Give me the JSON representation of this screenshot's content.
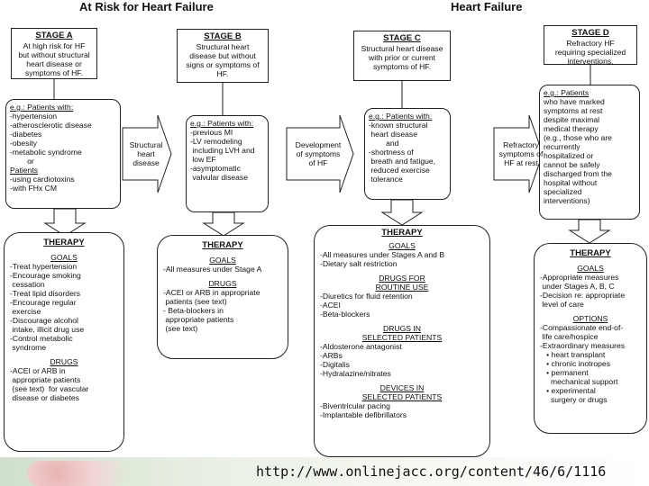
{
  "header": {
    "left": "At Risk for Heart Failure",
    "right": "Heart Failure"
  },
  "stages": {
    "a": {
      "title": "STAGE A",
      "lines": [
        "At high risk for HF",
        "but without structural",
        "heart disease or",
        "symptoms of HF."
      ]
    },
    "b": {
      "title": "STAGE B",
      "lines": [
        "Structural heart",
        "disease but without",
        "signs or symptoms of",
        "HF."
      ]
    },
    "c": {
      "title": "STAGE C",
      "lines": [
        "Structural heart disease",
        "with prior or current",
        "symptoms of HF."
      ]
    },
    "d": {
      "title": "STAGE D",
      "lines": [
        "Refractory HF",
        "requiring specialized",
        "interventions."
      ]
    }
  },
  "patients": {
    "a": {
      "heading": "e.g.: Patients with:",
      "lines": [
        "-hypertension",
        "-atherosclerotic disease",
        "-diabetes",
        "-obesity",
        "-metabolic syndrome",
        "        or"
      ],
      "sub": "Patients",
      "lines2": [
        "-using cardiotoxins",
        "-with FHx CM"
      ]
    },
    "b": {
      "heading": "e.g.: Patients with:",
      "lines": [
        "-previous MI",
        "-LV remodeling",
        " including LVH and",
        " low EF",
        "-asymptomatic",
        " valvular disease"
      ]
    },
    "c": {
      "heading": "e.g.: Patients with:",
      "lines": [
        "-known structural",
        " heart disease",
        "        and",
        "-shortness of",
        " breath and fatigue,",
        " reduced exercise",
        " tolerance"
      ]
    },
    "d": {
      "heading": "e.g.: Patients",
      "lines": [
        "who have marked",
        "symptoms at rest",
        "despite maximal",
        "medical therapy",
        "(e.g., those who are",
        "recurrently",
        "hospitalized or",
        "cannot be safely",
        "discharged from the",
        "hospital without",
        "specialized",
        "interventions)"
      ]
    }
  },
  "transitions": {
    "ab": [
      "Structural",
      "heart",
      "disease"
    ],
    "bc": [
      "Development",
      "of symptoms",
      "of HF"
    ],
    "cd": [
      "Refractory",
      "symptoms of",
      "HF at rest"
    ]
  },
  "therapy": {
    "a": {
      "title": "THERAPY",
      "goals_heading": "GOALS",
      "goals": [
        "-Treat hypertension",
        "-Encourage smoking",
        " cessation",
        "-Treat lipid disorders",
        "-Encourage regular",
        " exercise",
        "-Discourage alcohol",
        " intake, illicit drug use",
        "-Control metabolic",
        " syndrome"
      ],
      "drugs_heading": "DRUGS",
      "drugs": [
        "-ACEI or ARB in",
        " appropriate patients",
        " (see text)  for vascular",
        " disease or diabetes"
      ]
    },
    "b": {
      "title": "THERAPY",
      "goals_heading": "GOALS",
      "goals": [
        "-All measures under Stage A"
      ],
      "drugs_heading": "DRUGS",
      "drugs": [
        "-ACEI or ARB in appropriate",
        " patients (see text)",
        "- Beta-blockers in",
        " appropriate patients",
        " (see text)"
      ]
    },
    "c": {
      "title": "THERAPY",
      "goals_heading": "GOALS",
      "goals": [
        "-All measures under Stages A and B",
        "-Dietary salt restriction"
      ],
      "routine_heading": [
        "DRUGS FOR",
        "ROUTINE USE"
      ],
      "routine": [
        "-Diuretics for fluid retention",
        "-ACEI",
        "-Beta-blockers"
      ],
      "selected_heading": [
        "DRUGS IN",
        "SELECTED PATIENTS"
      ],
      "selected": [
        "-Aldosterone antagonist",
        "-ARBs",
        "-Digitalis",
        "-Hydralazine/nitrates"
      ],
      "devices_heading": [
        "DEVICES IN",
        "SELECTED PATIENTS"
      ],
      "devices": [
        "-Biventricular pacing",
        "-Implantable defibrillators"
      ]
    },
    "d": {
      "title": "THERAPY",
      "goals_heading": "GOALS",
      "goals": [
        "-Appropriate measures",
        " under Stages A, B, C",
        "-Decision re: appropriate",
        " level of care"
      ],
      "options_heading": "OPTIONS",
      "options": [
        "-Compassionate end-of-",
        " life care/hospice",
        "-Extraordinary measures",
        "   • heart transplant",
        "   • chronic inotropes",
        "   • permanent",
        "     mechanical support",
        "   • experimental",
        "     surgery or drugs"
      ]
    }
  },
  "footer": {
    "url": "http://www.onlinejacc.org/content/46/6/1116"
  }
}
